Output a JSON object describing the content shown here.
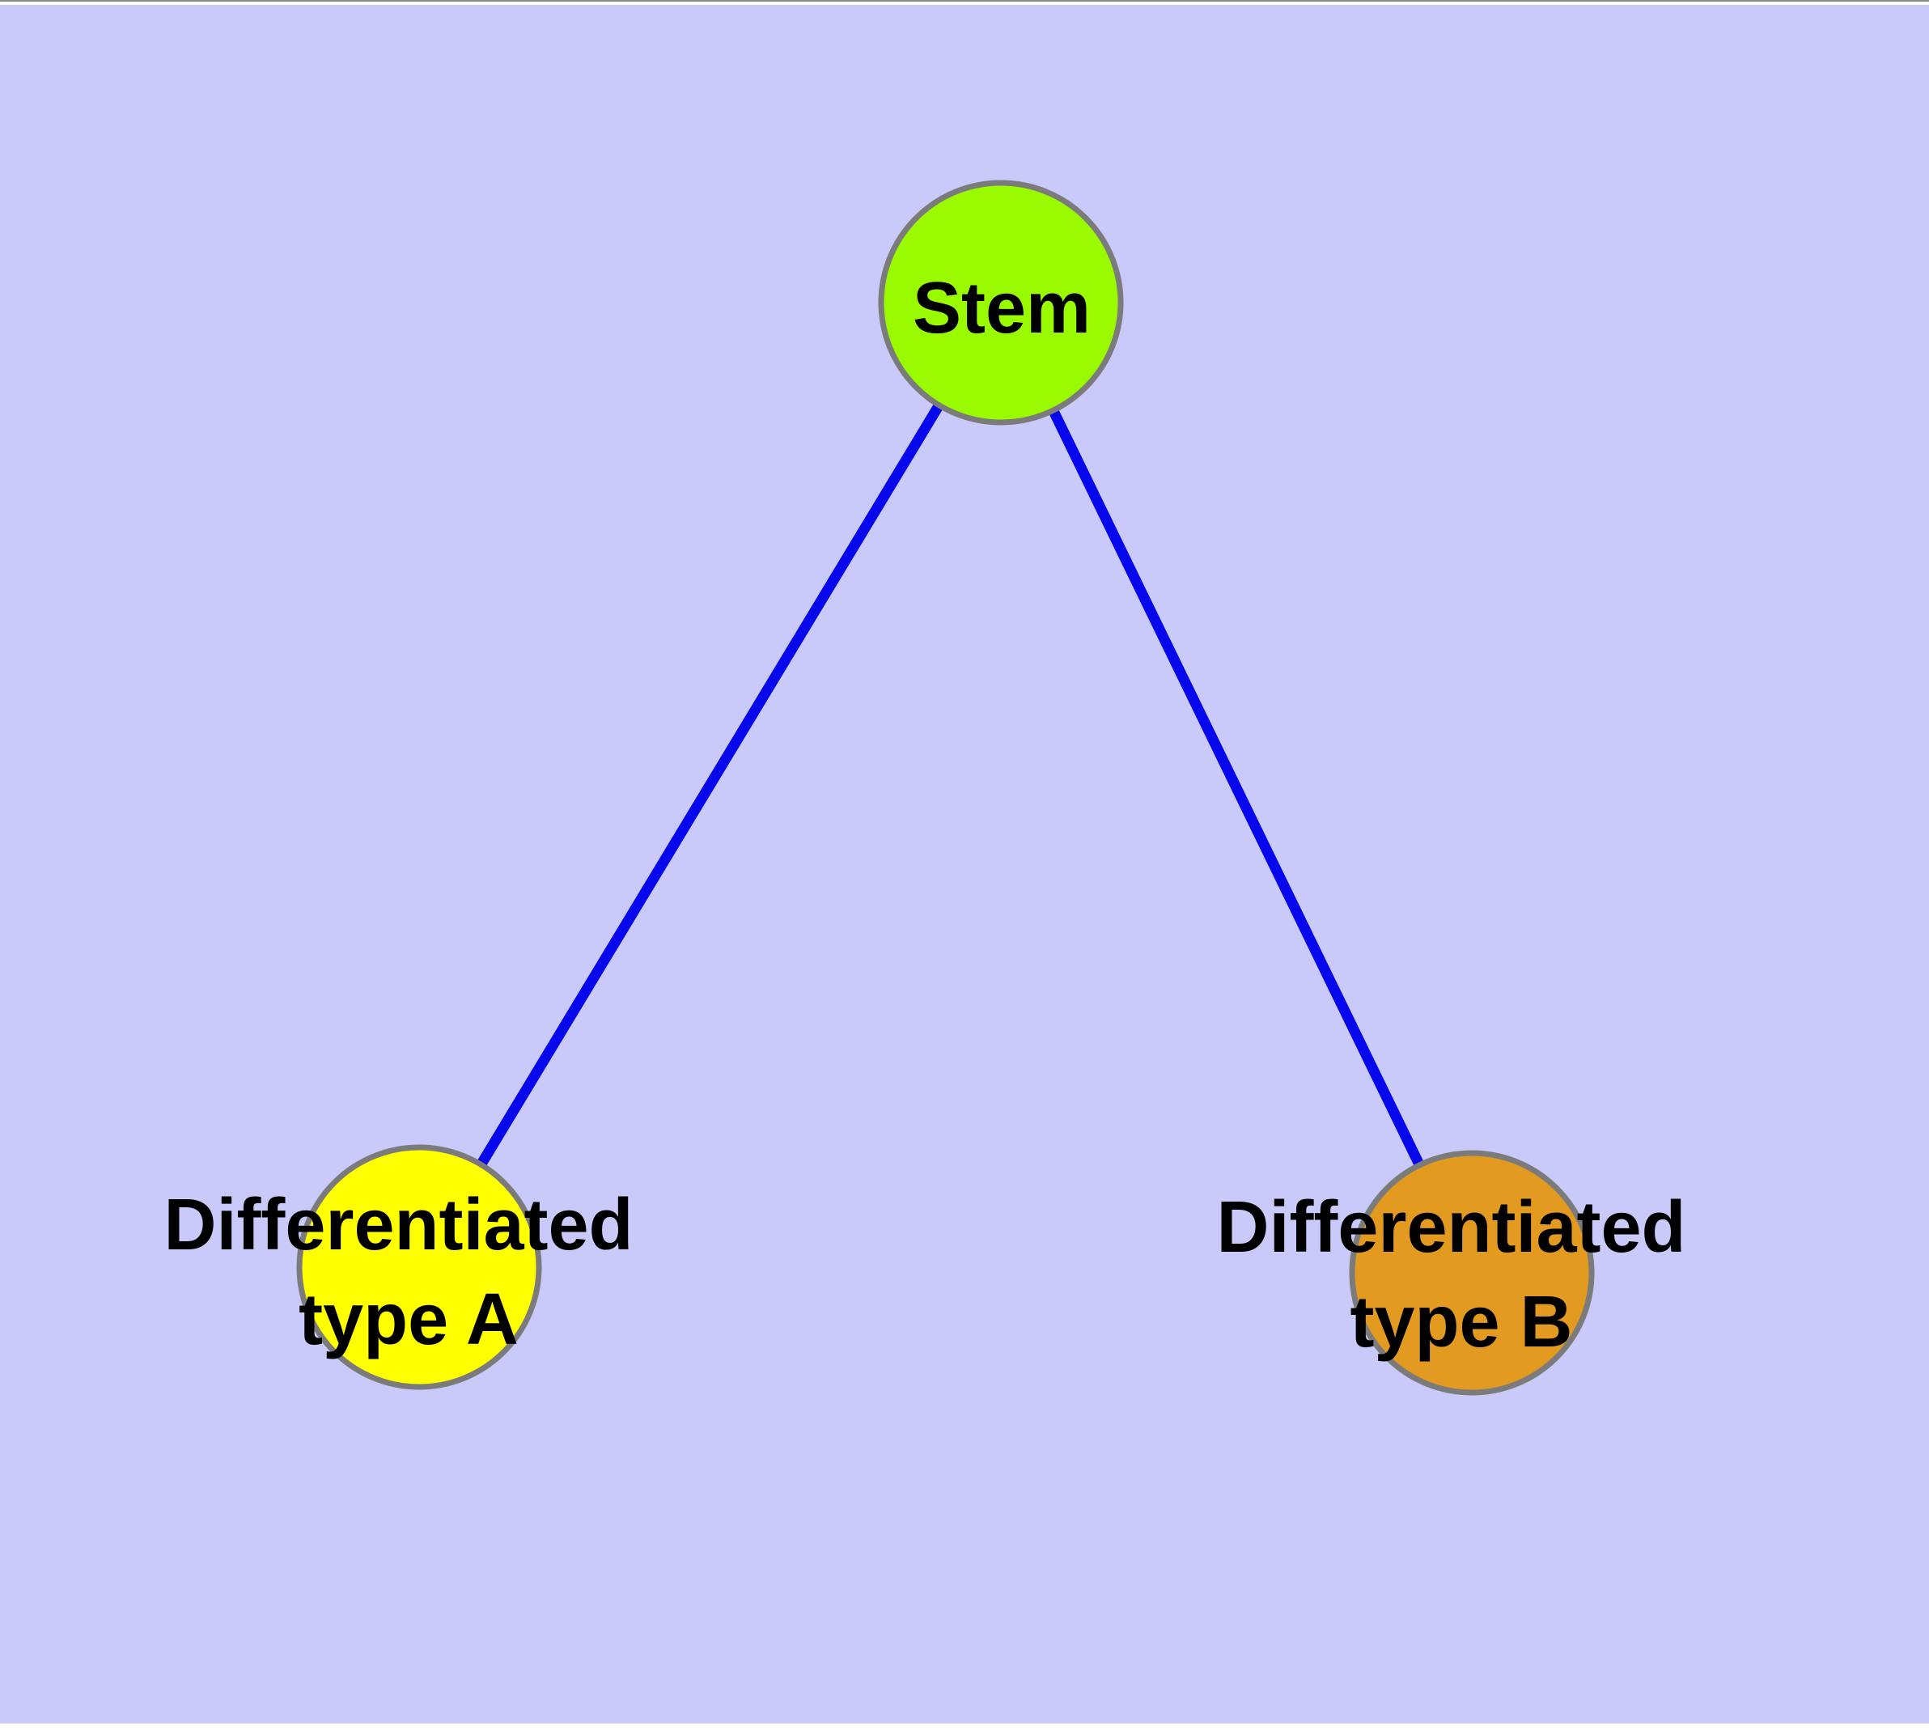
{
  "diagram": {
    "type": "graph",
    "colors": {
      "page": "#ffffff",
      "background": "#c9c9fa",
      "top_rule": "#8a8a8a",
      "edge": "#0707ec",
      "node_border": "#7b7b7b",
      "label": "#000000"
    },
    "nodes": {
      "stem": {
        "label": "Stem",
        "fill": "#9afb00"
      },
      "type_a": {
        "label_line1": "Differentiated",
        "label_line2": "type A",
        "fill": "#ffff00"
      },
      "type_b": {
        "label_line1": "Differentiated",
        "label_line2": "type B",
        "fill": "#e29a20"
      }
    },
    "edges": [
      {
        "from": "Stem",
        "to": "Differentiated type A"
      },
      {
        "from": "Stem",
        "to": "Differentiated type B"
      }
    ]
  }
}
